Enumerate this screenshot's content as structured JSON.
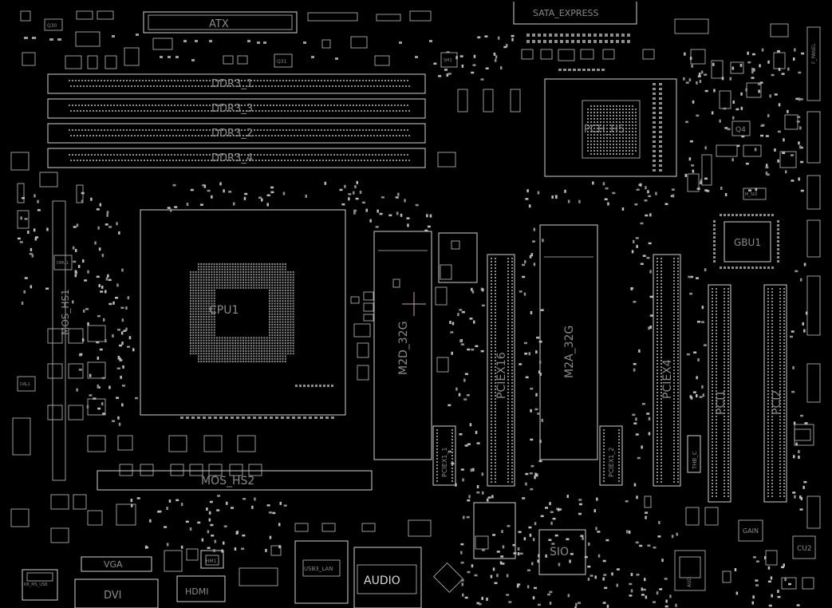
{
  "labels": {
    "atx": "ATX",
    "sata_express": "SATA_EXPRESS",
    "ddr3_1": "DDR3_1",
    "ddr3_3": "DDR3_3",
    "ddr3_2": "DDR3_2",
    "ddr3_4": "DDR3_4",
    "pch": "PCH_H5",
    "cpu": "CPU1",
    "mos_hs1": "MOS_HS1",
    "mos_hs2": "MOS_HS2",
    "m2d": "M2D_32G",
    "m2a": "M2A_32G",
    "pciex16": "PCIEX16",
    "pciex4": "PCIEX4",
    "pci1": "PCI1",
    "pci2": "PCI2",
    "pciex1_1": "PCIEX1_1",
    "pciex1_2": "PCIEX1_2",
    "gbu1": "GBU1",
    "sio": "SIO",
    "vga": "VGA",
    "dvi": "DVI",
    "hdmi": "HDMI",
    "audio": "AUDIO",
    "usb_lan": "USB3_LAN",
    "kb_ms": "KB_MS_USB",
    "gain": "GAIN",
    "cu2": "CU2",
    "q4": "Q4",
    "q31": "Q31",
    "f_panel": "F_PANEL",
    "hm1": "HM1",
    "thb_c": "THB_C",
    "audio_chip": "AUD"
  },
  "colors": {
    "background": "#000000",
    "outline": "#d0d0d0",
    "label": "#8a8a8a",
    "marker": "#c9a0b0"
  }
}
